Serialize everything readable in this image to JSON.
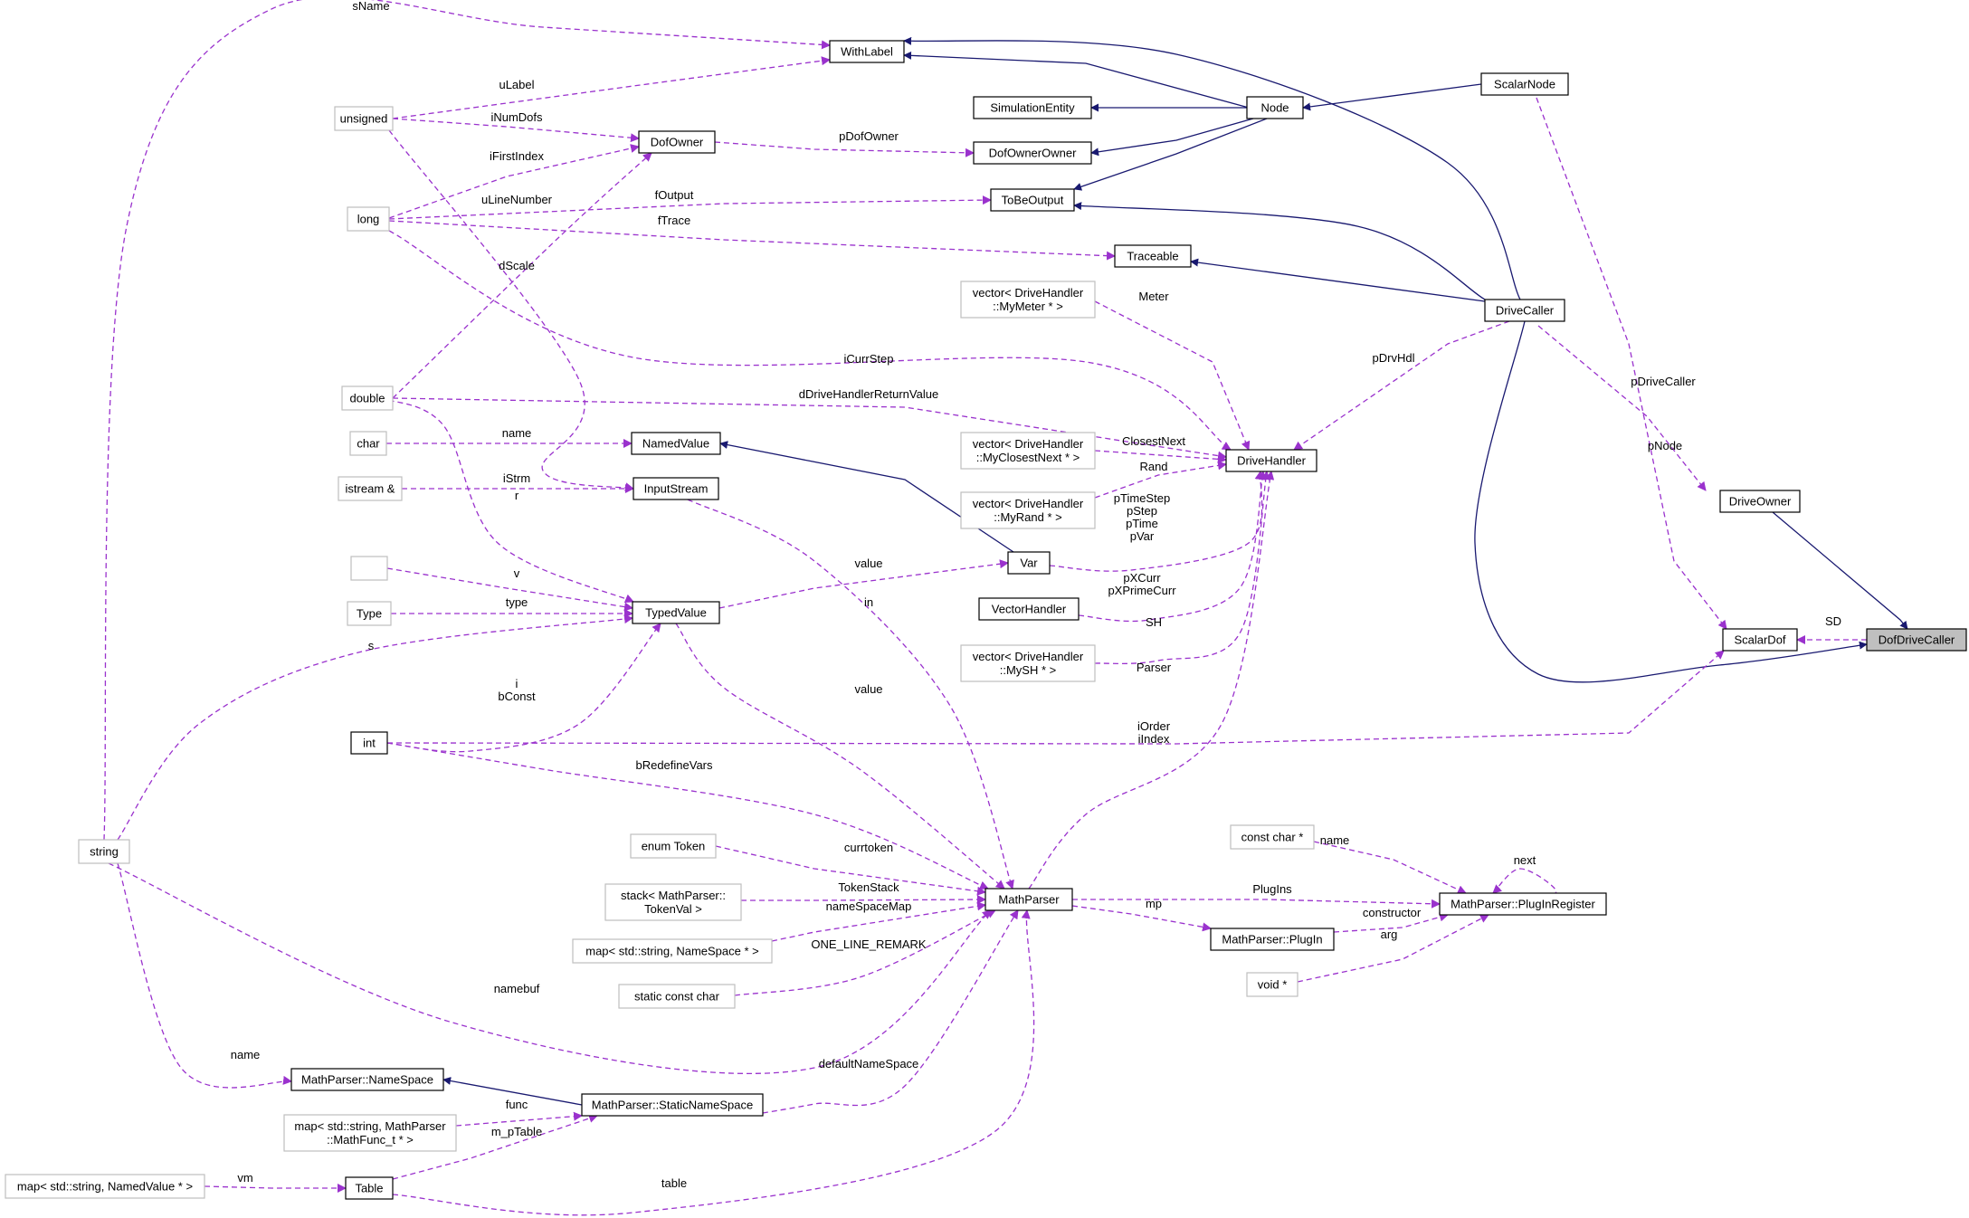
{
  "colors": {
    "inherit_edge": "#191970",
    "usage_edge": "#9a32cd",
    "box_border_solid": "#000000",
    "box_border_light": "#bfbfbf",
    "root_fill": "#bfbfbf"
  },
  "nodes": [
    {
      "id": "DofDriveCaller",
      "label": [
        "DofDriveCaller"
      ],
      "style": "root"
    },
    {
      "id": "ScalarDof",
      "label": [
        "ScalarDof"
      ],
      "style": "solid"
    },
    {
      "id": "DriveOwner",
      "label": [
        "DriveOwner"
      ],
      "style": "solid"
    },
    {
      "id": "DriveCaller",
      "label": [
        "DriveCaller"
      ],
      "style": "solid"
    },
    {
      "id": "ScalarNode",
      "label": [
        "ScalarNode"
      ],
      "style": "solid"
    },
    {
      "id": "Node",
      "label": [
        "Node"
      ],
      "style": "solid"
    },
    {
      "id": "WithLabel",
      "label": [
        "WithLabel"
      ],
      "style": "solid"
    },
    {
      "id": "SimulationEntity",
      "label": [
        "SimulationEntity"
      ],
      "style": "solid"
    },
    {
      "id": "DofOwnerOwner",
      "label": [
        "DofOwnerOwner"
      ],
      "style": "solid"
    },
    {
      "id": "ToBeOutput",
      "label": [
        "ToBeOutput"
      ],
      "style": "solid"
    },
    {
      "id": "Traceable",
      "label": [
        "Traceable"
      ],
      "style": "solid"
    },
    {
      "id": "DriveHandler",
      "label": [
        "DriveHandler"
      ],
      "style": "solid"
    },
    {
      "id": "DofOwner",
      "label": [
        "DofOwner"
      ],
      "style": "solid"
    },
    {
      "id": "NamedValue",
      "label": [
        "NamedValue"
      ],
      "style": "solid"
    },
    {
      "id": "InputStream",
      "label": [
        "InputStream"
      ],
      "style": "solid"
    },
    {
      "id": "Var",
      "label": [
        "Var"
      ],
      "style": "solid"
    },
    {
      "id": "VectorHandler",
      "label": [
        "VectorHandler"
      ],
      "style": "solid"
    },
    {
      "id": "TypedValue",
      "label": [
        "TypedValue"
      ],
      "style": "solid"
    },
    {
      "id": "int",
      "label": [
        "int"
      ],
      "style": "solid"
    },
    {
      "id": "MathParser",
      "label": [
        "MathParser"
      ],
      "style": "solid"
    },
    {
      "id": "PlugInRegister",
      "label": [
        "MathParser::PlugInRegister"
      ],
      "style": "solid"
    },
    {
      "id": "PlugIn",
      "label": [
        "MathParser::PlugIn"
      ],
      "style": "solid"
    },
    {
      "id": "NameSpace",
      "label": [
        "MathParser::NameSpace"
      ],
      "style": "solid"
    },
    {
      "id": "StaticNameSpace",
      "label": [
        "MathParser::StaticNameSpace"
      ],
      "style": "solid"
    },
    {
      "id": "Table",
      "label": [
        "Table"
      ],
      "style": "solid"
    },
    {
      "id": "unsigned",
      "label": [
        "unsigned"
      ],
      "style": "light"
    },
    {
      "id": "long",
      "label": [
        "long"
      ],
      "style": "light"
    },
    {
      "id": "double",
      "label": [
        "double"
      ],
      "style": "light"
    },
    {
      "id": "char",
      "label": [
        "char"
      ],
      "style": "light"
    },
    {
      "id": "istream",
      "label": [
        "istream &"
      ],
      "style": "light"
    },
    {
      "id": "empty",
      "label": [
        ""
      ],
      "style": "light"
    },
    {
      "id": "Type",
      "label": [
        "Type"
      ],
      "style": "light"
    },
    {
      "id": "string",
      "label": [
        "string"
      ],
      "style": "light"
    },
    {
      "id": "MyMeter",
      "label": [
        "vector< DriveHandler",
        "::MyMeter * >"
      ],
      "style": "light"
    },
    {
      "id": "MyClosestNext",
      "label": [
        "vector< DriveHandler",
        "::MyClosestNext * >"
      ],
      "style": "light"
    },
    {
      "id": "MyRand",
      "label": [
        "vector< DriveHandler",
        "::MyRand * >"
      ],
      "style": "light"
    },
    {
      "id": "MySH",
      "label": [
        "vector< DriveHandler",
        "::MySH * >"
      ],
      "style": "light"
    },
    {
      "id": "enumToken",
      "label": [
        "enum Token"
      ],
      "style": "light"
    },
    {
      "id": "stackTokenVal",
      "label": [
        "stack< MathParser::",
        "TokenVal >"
      ],
      "style": "light"
    },
    {
      "id": "mapNameSpace",
      "label": [
        "map< std::string, NameSpace * >"
      ],
      "style": "light"
    },
    {
      "id": "staticConstChar",
      "label": [
        "static const char"
      ],
      "style": "light"
    },
    {
      "id": "constChar",
      "label": [
        "const char *"
      ],
      "style": "light"
    },
    {
      "id": "voidPtr",
      "label": [
        "void *"
      ],
      "style": "light"
    },
    {
      "id": "mapMathFunc",
      "label": [
        "map< std::string, MathParser",
        "::MathFunc_t * >"
      ],
      "style": "light"
    },
    {
      "id": "mapNamedValue",
      "label": [
        "map< std::string, NamedValue * >"
      ],
      "style": "light"
    }
  ],
  "edges": [
    {
      "kind": "inherit",
      "from": "DriveOwner",
      "to": "DofDriveCaller",
      "label": []
    },
    {
      "kind": "inherit",
      "from": "DriveCaller",
      "to": "DofDriveCaller",
      "label": []
    },
    {
      "kind": "use",
      "from": "ScalarDof",
      "to": "DofDriveCaller",
      "label": [
        "SD"
      ]
    },
    {
      "kind": "use",
      "from": "DriveCaller",
      "to": "DriveOwner",
      "label": [
        "pDriveCaller"
      ]
    },
    {
      "kind": "use",
      "from": "ScalarNode",
      "to": "ScalarDof",
      "label": [
        "pNode"
      ]
    },
    {
      "kind": "use",
      "from": "int",
      "to": "ScalarDof",
      "label": [
        "iOrder",
        "iIndex"
      ]
    },
    {
      "kind": "inherit",
      "from": "WithLabel",
      "to": "DriveCaller",
      "label": []
    },
    {
      "kind": "inherit",
      "from": "ToBeOutput",
      "to": "DriveCaller",
      "label": []
    },
    {
      "kind": "inherit",
      "from": "Traceable",
      "to": "DriveCaller",
      "label": []
    },
    {
      "kind": "use",
      "from": "DriveHandler",
      "to": "DriveCaller",
      "label": [
        "pDrvHdl"
      ]
    },
    {
      "kind": "inherit",
      "from": "Node",
      "to": "ScalarNode",
      "label": []
    },
    {
      "kind": "inherit",
      "from": "WithLabel",
      "to": "Node",
      "label": []
    },
    {
      "kind": "inherit",
      "from": "SimulationEntity",
      "to": "Node",
      "label": []
    },
    {
      "kind": "inherit",
      "from": "DofOwnerOwner",
      "to": "Node",
      "label": []
    },
    {
      "kind": "inherit",
      "from": "ToBeOutput",
      "to": "Node",
      "label": []
    },
    {
      "kind": "use",
      "from": "string",
      "to": "WithLabel",
      "label": [
        "sName"
      ]
    },
    {
      "kind": "use",
      "from": "unsigned",
      "to": "WithLabel",
      "label": [
        "uLabel"
      ]
    },
    {
      "kind": "use",
      "from": "DofOwner",
      "to": "DofOwnerOwner",
      "label": [
        "pDofOwner"
      ]
    },
    {
      "kind": "use",
      "from": "unsigned",
      "to": "DofOwner",
      "label": [
        "iNumDofs"
      ]
    },
    {
      "kind": "use",
      "from": "long",
      "to": "DofOwner",
      "label": [
        "iFirstIndex"
      ]
    },
    {
      "kind": "use",
      "from": "double",
      "to": "DofOwner",
      "label": [
        "dScale"
      ]
    },
    {
      "kind": "use",
      "from": "long",
      "to": "ToBeOutput",
      "label": [
        "fOutput"
      ]
    },
    {
      "kind": "use",
      "from": "long",
      "to": "Traceable",
      "label": [
        "fTrace"
      ]
    },
    {
      "kind": "use",
      "from": "MyMeter",
      "to": "DriveHandler",
      "label": [
        "Meter"
      ]
    },
    {
      "kind": "use",
      "from": "long",
      "to": "DriveHandler",
      "label": [
        "iCurrStep"
      ]
    },
    {
      "kind": "use",
      "from": "double",
      "to": "DriveHandler",
      "label": [
        "dDriveHandlerReturnValue"
      ]
    },
    {
      "kind": "use",
      "from": "MyClosestNext",
      "to": "DriveHandler",
      "label": [
        "ClosestNext"
      ]
    },
    {
      "kind": "use",
      "from": "MyRand",
      "to": "DriveHandler",
      "label": [
        "Rand"
      ]
    },
    {
      "kind": "use",
      "from": "Var",
      "to": "DriveHandler",
      "label": [
        "pTimeStep",
        "pStep",
        "pTime",
        "pVar"
      ]
    },
    {
      "kind": "use",
      "from": "VectorHandler",
      "to": "DriveHandler",
      "label": [
        "pXCurr",
        "pXPrimeCurr"
      ]
    },
    {
      "kind": "use",
      "from": "MySH",
      "to": "DriveHandler",
      "label": [
        "SH"
      ]
    },
    {
      "kind": "use",
      "from": "MathParser",
      "to": "DriveHandler",
      "label": [
        "Parser"
      ]
    },
    {
      "kind": "use",
      "from": "char",
      "to": "NamedValue",
      "label": [
        "name"
      ]
    },
    {
      "kind": "use",
      "from": "istream",
      "to": "InputStream",
      "label": [
        "iStrm"
      ]
    },
    {
      "kind": "use",
      "from": "unsigned",
      "to": "InputStream",
      "label": [
        "uLineNumber"
      ]
    },
    {
      "kind": "inherit",
      "from": "NamedValue",
      "to": "Var",
      "label": []
    },
    {
      "kind": "use",
      "from": "TypedValue",
      "to": "Var",
      "label": [
        "value"
      ]
    },
    {
      "kind": "use",
      "from": "double",
      "to": "TypedValue",
      "label": [
        "r"
      ]
    },
    {
      "kind": "use",
      "from": "empty",
      "to": "TypedValue",
      "label": [
        "v"
      ]
    },
    {
      "kind": "use",
      "from": "Type",
      "to": "TypedValue",
      "label": [
        "type"
      ]
    },
    {
      "kind": "use",
      "from": "string",
      "to": "TypedValue",
      "label": [
        "s"
      ]
    },
    {
      "kind": "use",
      "from": "int",
      "to": "TypedValue",
      "label": [
        "i",
        "bConst"
      ]
    },
    {
      "kind": "use",
      "from": "InputStream",
      "to": "MathParser",
      "label": [
        "in"
      ]
    },
    {
      "kind": "use",
      "from": "TypedValue",
      "to": "MathParser",
      "label": [
        "value"
      ]
    },
    {
      "kind": "use",
      "from": "int",
      "to": "MathParser",
      "label": [
        "bRedefineVars"
      ]
    },
    {
      "kind": "use",
      "from": "enumToken",
      "to": "MathParser",
      "label": [
        "currtoken"
      ]
    },
    {
      "kind": "use",
      "from": "stackTokenVal",
      "to": "MathParser",
      "label": [
        "TokenStack"
      ]
    },
    {
      "kind": "use",
      "from": "mapNameSpace",
      "to": "MathParser",
      "label": [
        "nameSpaceMap"
      ]
    },
    {
      "kind": "use",
      "from": "staticConstChar",
      "to": "MathParser",
      "label": [
        "ONE_LINE_REMARK"
      ]
    },
    {
      "kind": "use",
      "from": "string",
      "to": "MathParser",
      "label": [
        "namebuf"
      ]
    },
    {
      "kind": "use",
      "from": "StaticNameSpace",
      "to": "MathParser",
      "label": [
        "defaultNameSpace"
      ]
    },
    {
      "kind": "use",
      "from": "Table",
      "to": "MathParser",
      "label": [
        "table"
      ]
    },
    {
      "kind": "use",
      "from": "PlugInRegister",
      "to": "MathParser",
      "label": [
        "PlugIns"
      ]
    },
    {
      "kind": "use",
      "from": "MathParser",
      "to": "PlugIn",
      "label": [
        "mp"
      ]
    },
    {
      "kind": "use",
      "from": "constChar",
      "to": "PlugInRegister",
      "label": [
        "name"
      ]
    },
    {
      "kind": "use",
      "from": "PlugInRegister",
      "to": "PlugInRegister",
      "label": [
        "next"
      ]
    },
    {
      "kind": "use",
      "from": "PlugIn",
      "to": "PlugInRegister",
      "label": [
        "constructor"
      ]
    },
    {
      "kind": "use",
      "from": "voidPtr",
      "to": "PlugInRegister",
      "label": [
        "arg"
      ]
    },
    {
      "kind": "use",
      "from": "string",
      "to": "NameSpace",
      "label": [
        "name"
      ]
    },
    {
      "kind": "inherit",
      "from": "NameSpace",
      "to": "StaticNameSpace",
      "label": []
    },
    {
      "kind": "use",
      "from": "mapMathFunc",
      "to": "StaticNameSpace",
      "label": [
        "func"
      ]
    },
    {
      "kind": "use",
      "from": "Table",
      "to": "StaticNameSpace",
      "label": [
        "m_pTable"
      ]
    },
    {
      "kind": "use",
      "from": "mapNamedValue",
      "to": "Table",
      "label": [
        "vm"
      ]
    }
  ]
}
